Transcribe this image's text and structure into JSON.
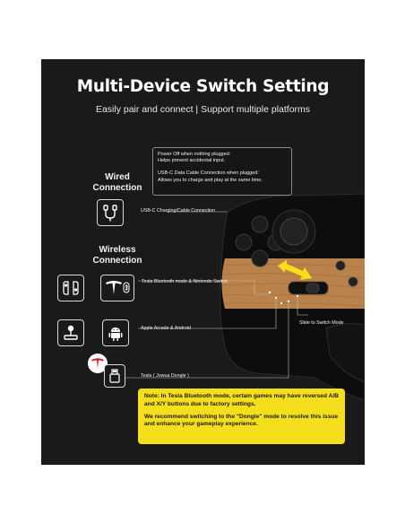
{
  "title": "Multi-Device Switch Setting",
  "subtitle": "Easily pair and connect | Support multiple platforms",
  "sections": {
    "wired": "Wired\nConnection",
    "wireless": "Wireless\nConnection"
  },
  "callout": {
    "line1": "Power Off when nothing plugged:",
    "line2": "Helps prevent accidental input.",
    "line3": "USB-C Data Cable Connection when plugged:",
    "line4": "Allows you to charge and play at the same time."
  },
  "modes": {
    "usb": "USB-C Charging/Cable Connection",
    "tesla_bt": "Tesla Bluetooth mode & Nintendo Switch",
    "apple": "Apple Arcade & Android",
    "dongle": "Tesla ( Jowua Dongle )",
    "slide": "Slide to Switch Mode"
  },
  "note": {
    "para1": "Note: In Tesla Bluetooth mode, certain games may have reversed A/B and X/Y buttons due to factory settings.",
    "para2": "We recommend switching to the \"Dongle\" mode to resolve this issue and enhance your gameplay experience."
  },
  "colors": {
    "panel": "#1a1a1a",
    "note_bg": "#f5df1c",
    "arrow": "#f5df1c",
    "wood": "#b9824a"
  },
  "icons": [
    "usb-c-cable-icon",
    "nintendo-switch-icon",
    "tesla-bluetooth-icon",
    "joystick-icon",
    "android-icon",
    "tesla-icon",
    "usb-dongle-icon"
  ]
}
